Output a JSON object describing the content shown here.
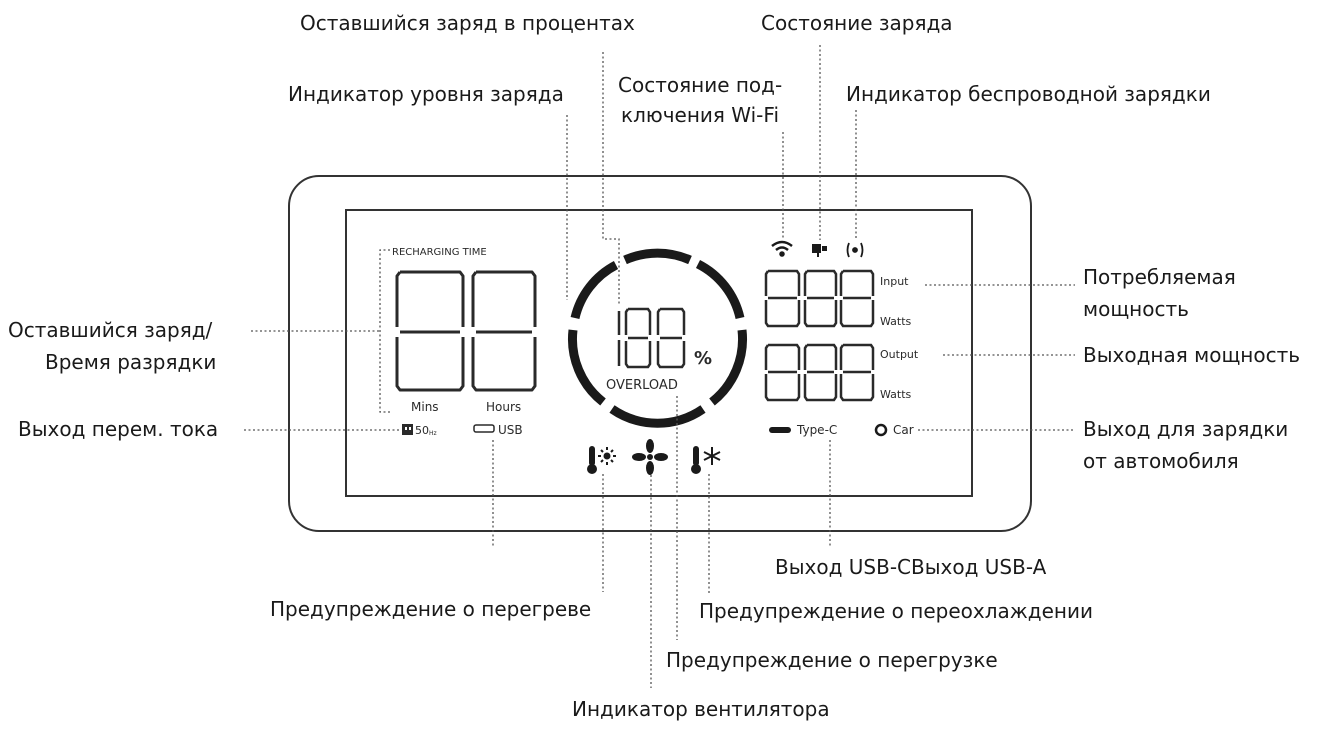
{
  "callouts": {
    "battery_percent": "Оставшийся заряд в процентах",
    "charge_status": "Состояние заряда",
    "charge_level_indicator": "Индикатор уровня заряда",
    "wifi_status_line1": "Состояние под-",
    "wifi_status_line2": "ключения Wi-Fi",
    "wireless_charging": "Индикатор беспроводной зарядки",
    "remaining_charge_line1": "Оставшийся заряд/",
    "remaining_charge_line2": "Время разрядки",
    "input_power_line1": "Потребляемая",
    "input_power_line2": "мощность",
    "output_power": "Выходная мощность",
    "ac_output": "Выход перем. тока",
    "car_output_line1": "Выход для зарядки",
    "car_output_line2": "от автомобиля",
    "usb_outputs": "Выход USB-CВыход USB-A",
    "overheat_warning": "Предупреждение о перегреве",
    "overcool_warning": "Предупреждение о переохлаждении",
    "overload_warning": "Предупреждение о перегрузке",
    "fan_indicator": "Индикатор вентилятора"
  },
  "display": {
    "recharging_time": "RECHARGING TIME",
    "mins": "Mins",
    "hours": "Hours",
    "ac_freq": "50",
    "ac_freq_unit": "Hz",
    "usb_label": "USB",
    "percent_sign": "%",
    "overload": "OVERLOAD",
    "input": "Input",
    "output": "Output",
    "watts_input": "Watts",
    "watts_output": "Watts",
    "type_c": "Type-C",
    "car": "Car"
  },
  "icons": {
    "wifi": "wifi-icon",
    "charge_status": "battery-plug-icon",
    "wireless": "wireless-charging-icon",
    "thermometer_hot": "thermometer-sun-icon",
    "fan": "fan-icon",
    "thermometer_cold": "thermometer-snowflake-icon",
    "ac_outlet": "ac-outlet-icon",
    "usb_port": "usb-port-icon",
    "typec_port": "typec-port-icon",
    "car_port": "car-port-icon"
  },
  "colors": {
    "ink": "#1a1a1a",
    "lcd_ink": "#2a2a2a",
    "leader": "#555555"
  }
}
